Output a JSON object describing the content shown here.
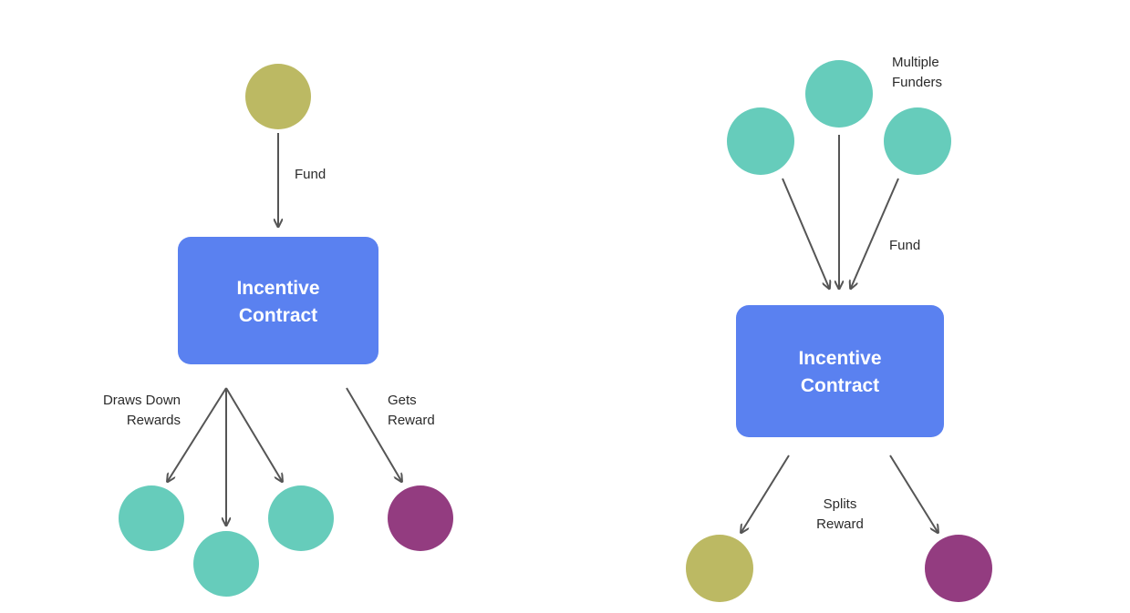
{
  "colors": {
    "box": "#5a81f0",
    "teal": "#66ccbb",
    "olive": "#bcb963",
    "purple": "#933c80",
    "arrow": "#555555"
  },
  "left": {
    "box_line1": "Incentive",
    "box_line2": "Contract",
    "fund_label": "Fund",
    "draws_line1": "Draws Down",
    "draws_line2": "Rewards",
    "gets_line1": "Gets",
    "gets_line2": "Reward"
  },
  "right": {
    "funders_line1": "Multiple",
    "funders_line2": "Funders",
    "fund_label": "Fund",
    "box_line1": "Incentive",
    "box_line2": "Contract",
    "splits_line1": "Splits",
    "splits_line2": "Reward"
  }
}
